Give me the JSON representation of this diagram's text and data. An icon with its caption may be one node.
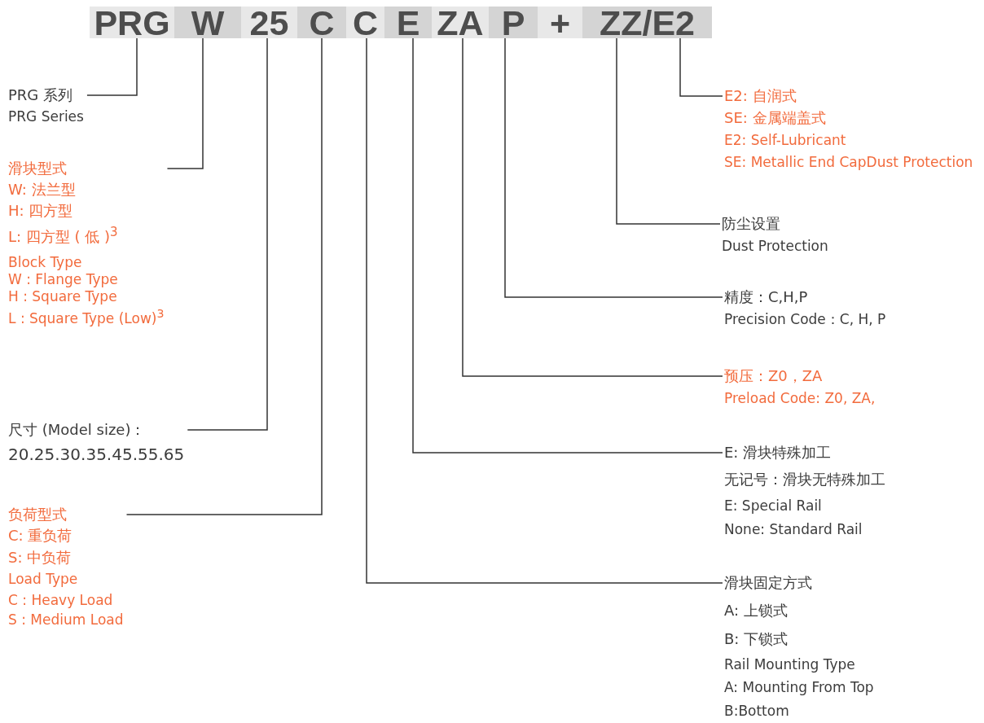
{
  "diagram": {
    "nodes": [
      {
        "text": [
          "PRG"
        ]
      },
      {
        "text": [
          "W"
        ]
      },
      {
        "text": [
          "25"
        ]
      },
      {
        "text": [
          "C"
        ]
      },
      {
        "text": [
          "C"
        ]
      },
      {
        "text": [
          "E"
        ]
      },
      {
        "text": [
          "ZA"
        ]
      },
      {
        "text": [
          "P"
        ]
      },
      {
        "text": [
          "+"
        ]
      },
      {
        "text": [
          "ZZ/E2"
        ]
      },
      {
        "text": [
          "PRG 系列",
          "PRG Series"
        ]
      },
      {
        "text": [
          "滑块型式",
          "W: 法兰型",
          "H: 四方型",
          "L: 四方型 ( 低 )$^{3}$",
          "Block Type",
          "W : Flange Type",
          "H : Square Type",
          "L : Square Type (Low)$^{3}$"
        ]
      },
      {
        "text": [
          "尺寸 (Model size)：",
          "20.25.30.35.45.55.65"
        ]
      },
      {
        "text": [
          "负荷型式",
          "C: 重负荷",
          "S: 中负荷",
          "Load Type",
          "C : Heavy Load",
          "S : Medium Load"
        ]
      },
      {
        "text": [
          "E2: 自润式",
          "SE: 金属端盖式",
          "E2: Self-Lubricant",
          "SE: Metallic End CapDust Protection"
        ]
      },
      {
        "text": [
          "防尘设置",
          "Dust Protection"
        ]
      },
      {
        "text": [
          "精度：C,H,P",
          "Precision Code：C, H, P"
        ]
      },
      {
        "text": [
          "预压：Z0，ZA",
          "Preload Code: Z0, ZA,"
        ]
      },
      {
        "text": [
          "E: 滑块特殊加工",
          "无记号：滑块无特殊加工",
          "E: Special Rail",
          "None: Standard Rail"
        ]
      },
      {
        "text": [
          "滑块固定方式",
          "A: 上锁式",
          "B: 下锁式",
          "Rail Mounting Type",
          "A: Mounting From Top",
          "B:Bottom"
        ]
      }
    ],
    "edges": [
      {
        "from": 0,
        "to": 10,
        "arrow": "none"
      },
      {
        "from": 1,
        "to": 11,
        "arrow": "none"
      },
      {
        "from": 2,
        "to": 12,
        "arrow": "none"
      },
      {
        "from": 3,
        "to": 13,
        "arrow": "none"
      },
      {
        "from": 4,
        "to": 19,
        "arrow": "none"
      },
      {
        "from": 5,
        "to": 18,
        "arrow": "none"
      },
      {
        "from": 6,
        "to": 17,
        "arrow": "none"
      },
      {
        "from": 7,
        "to": 16,
        "arrow": "none"
      },
      {
        "from": 9,
        "to": 15,
        "arrow": "none"
      },
      {
        "from": 9,
        "to": 14,
        "arrow": "none"
      }
    ]
  }
}
